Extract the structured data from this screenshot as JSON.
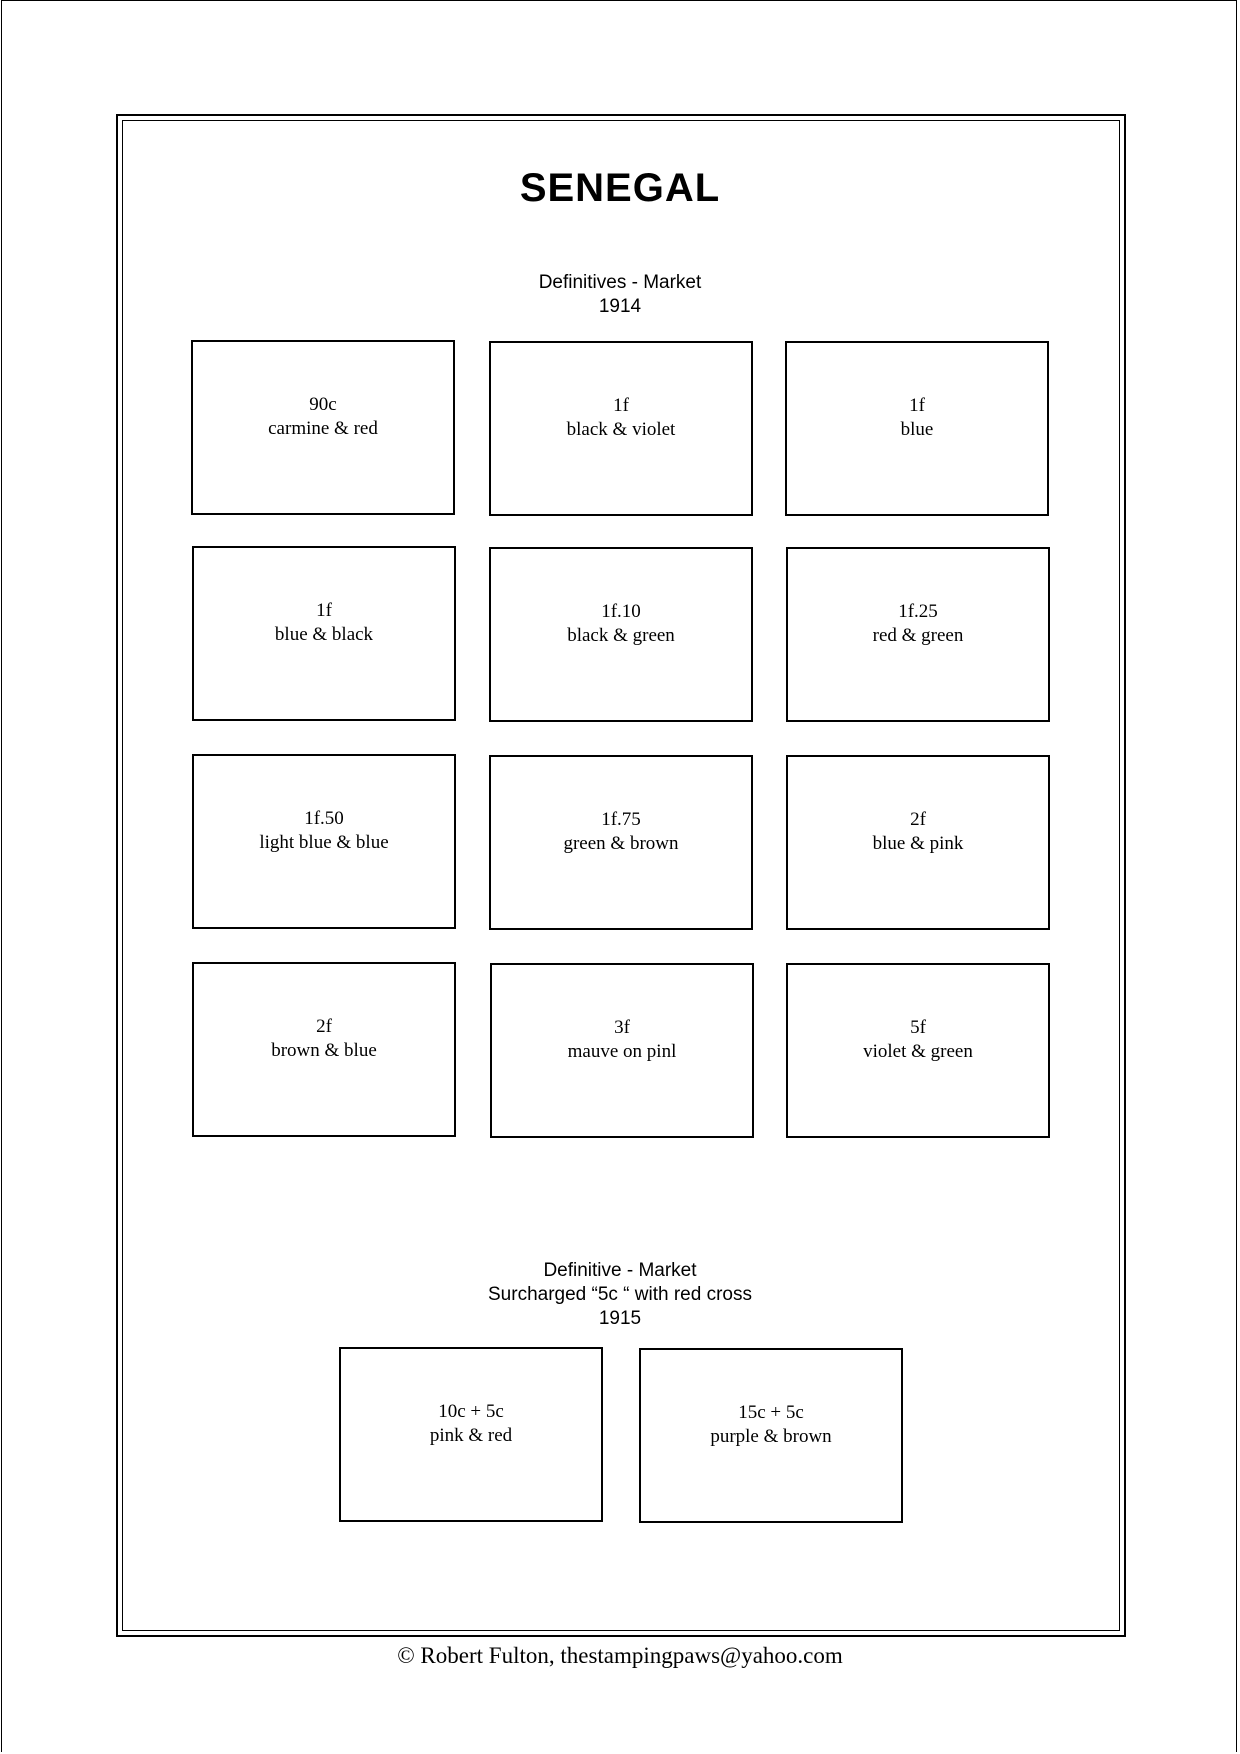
{
  "page": {
    "title": "SENEGAL",
    "footer": "© Robert Fulton, thestampingpaws@yahoo.com"
  },
  "section1": {
    "line1": "Definitives - Market",
    "line2": "1914",
    "stamps": [
      {
        "value": "90c",
        "color": "carmine & red"
      },
      {
        "value": "1f",
        "color": "black & violet"
      },
      {
        "value": "1f",
        "color": "blue"
      },
      {
        "value": "1f",
        "color": "blue & black"
      },
      {
        "value": "1f.10",
        "color": "black & green"
      },
      {
        "value": "1f.25",
        "color": "red & green"
      },
      {
        "value": "1f.50",
        "color": "light blue & blue"
      },
      {
        "value": "1f.75",
        "color": "green & brown"
      },
      {
        "value": "2f",
        "color": "blue & pink"
      },
      {
        "value": "2f",
        "color": "brown & blue"
      },
      {
        "value": "3f",
        "color": "mauve on pinl"
      },
      {
        "value": "5f",
        "color": "violet & green"
      }
    ]
  },
  "section2": {
    "line1": "Definitive - Market",
    "line2": "Surcharged “5c “ with red cross",
    "line3": "1915",
    "stamps": [
      {
        "value": "10c + 5c",
        "color": "pink & red"
      },
      {
        "value": "15c + 5c",
        "color": "purple & brown"
      }
    ]
  }
}
